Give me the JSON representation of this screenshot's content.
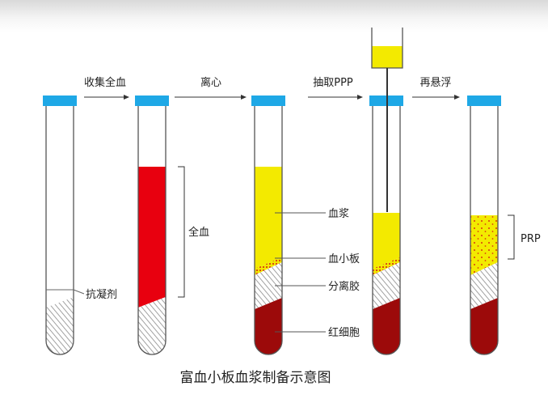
{
  "steps": [
    "收集全血",
    "离心",
    "抽取PPP",
    "再悬浮"
  ],
  "labels": {
    "anticoagulant": "抗凝剂",
    "whole_blood": "全血",
    "plasma": "血浆",
    "platelets": "血小板",
    "separation_gel": "分离胶",
    "red_cells": "红细胞",
    "prp": "PRP"
  },
  "caption": "富血小板血浆制备示意图",
  "colors": {
    "cap_blue": "#1ea8e6",
    "whole_blood_red": "#e8000f",
    "plasma_yellow": "#f3ea00",
    "red_cell_dark": "#9c0a0a",
    "platelet_dot": "#d83a10",
    "gel_hatch": "#888888"
  }
}
